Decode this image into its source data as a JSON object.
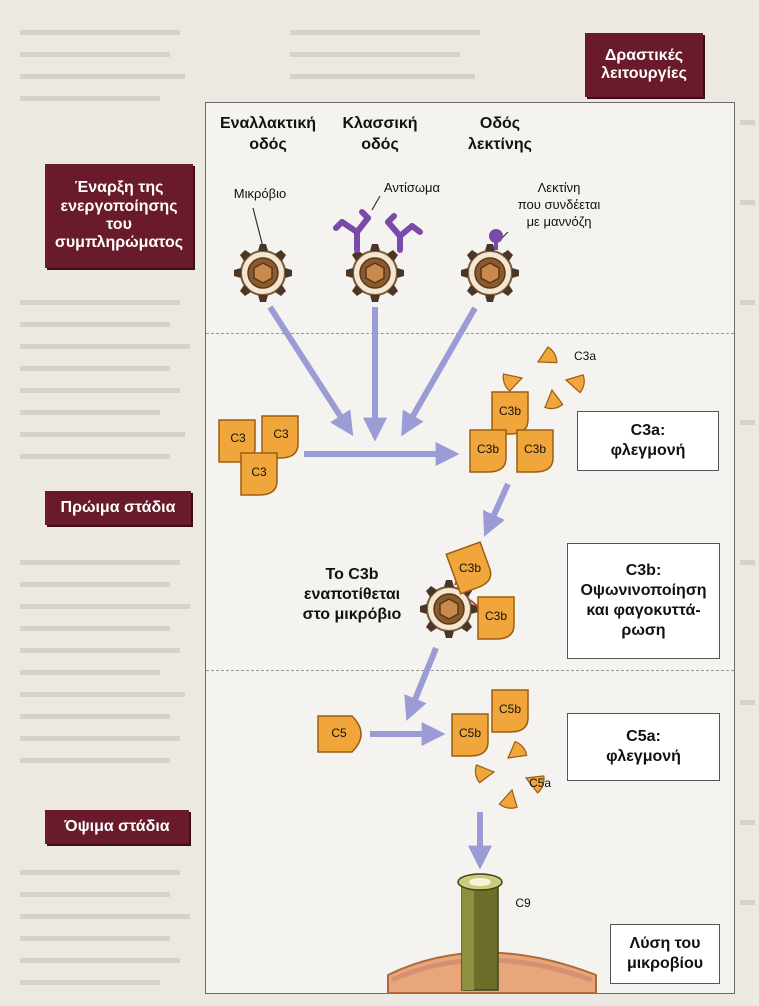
{
  "header": {
    "effector_line1": "Δραστικές",
    "effector_line2": "λειτουργίες"
  },
  "pathways": {
    "alternative": {
      "line1": "Εναλλακτική",
      "line2": "οδός"
    },
    "classical": {
      "line1": "Κλασσική",
      "line2": "οδός"
    },
    "lectin": {
      "line1": "Οδός",
      "line2": "λεκτίνης"
    }
  },
  "stages": {
    "initiation": [
      "Έναρξη της",
      "ενεργοποίησης",
      "του",
      "συμπληρώματος"
    ],
    "early": "Πρώιμα στάδια",
    "late": "Όψιμα στάδια"
  },
  "labels": {
    "microbe": "Μικρόβιο",
    "antibody": "Αντίσωμα",
    "lectin_line1": "Λεκτίνη",
    "lectin_line2": "που συνδέεται",
    "lectin_line3": "με μαννόζη",
    "c3b_deposit_line1": "Το C3b",
    "c3b_deposit_line2": "εναποτίθεται",
    "c3b_deposit_line3": "στο μικρόβιο",
    "c3a": "C3a",
    "c5a": "C5a",
    "c9": "C9"
  },
  "molecules": {
    "c3": "C3",
    "c3b": "C3b",
    "c5": "C5",
    "c5b": "C5b"
  },
  "effects": {
    "c3a_title": "C3a:",
    "c3a_text": "φλεγμονή",
    "c3b_title": "C3b:",
    "c3b_line1": "Οψωνινοποίηση",
    "c3b_line2": "και φαγοκυττά-",
    "c3b_line3": "ρωση",
    "c5a_title": "C5a:",
    "c5a_text": "φλεγμονή",
    "lysis_line1": "Λύση του",
    "lysis_line2": "μικροβίου"
  },
  "colors": {
    "maroon": "#6a1b2b",
    "orange": "#f0a63a",
    "arrow": "#9b9bd6",
    "purple": "#7a4aa8",
    "microbe": "#8a5a2e"
  }
}
